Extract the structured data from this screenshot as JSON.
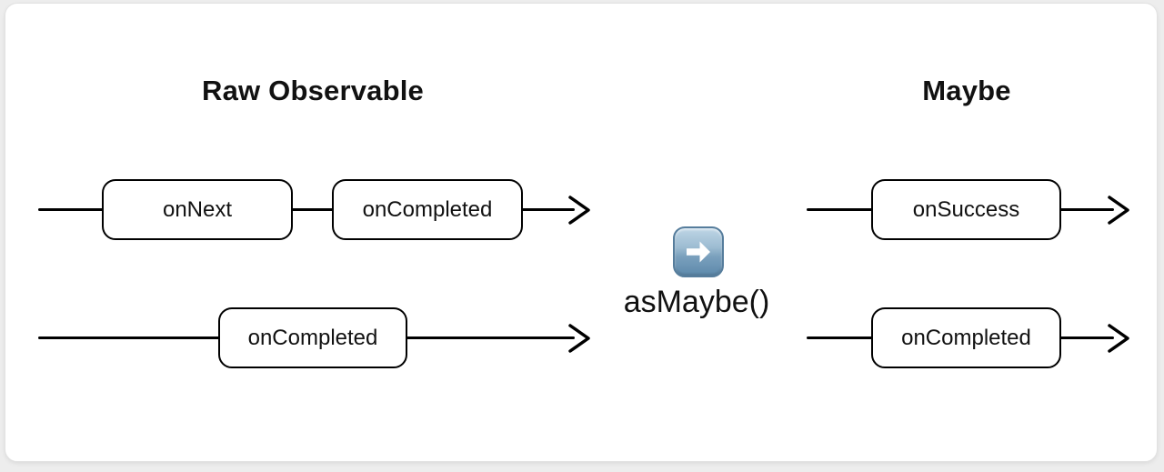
{
  "page": {
    "background_color": "#ededed",
    "card_color": "#ffffff",
    "line_color": "#000000"
  },
  "diagram": {
    "left": {
      "title": "Raw Observable",
      "rows": [
        {
          "events": [
            {
              "label": "onNext"
            },
            {
              "label": "onCompleted"
            }
          ]
        },
        {
          "events": [
            {
              "label": "onCompleted"
            }
          ]
        }
      ]
    },
    "transform": {
      "icon": "right-arrow-emoji",
      "icon_colors": {
        "square_top": "#bed5e5",
        "square_bottom": "#5d89ab",
        "arrow": "#ffffff"
      },
      "label": "asMaybe()"
    },
    "right": {
      "title": "Maybe",
      "rows": [
        {
          "events": [
            {
              "label": "onSuccess"
            }
          ]
        },
        {
          "events": [
            {
              "label": "onCompleted"
            }
          ]
        }
      ]
    }
  }
}
